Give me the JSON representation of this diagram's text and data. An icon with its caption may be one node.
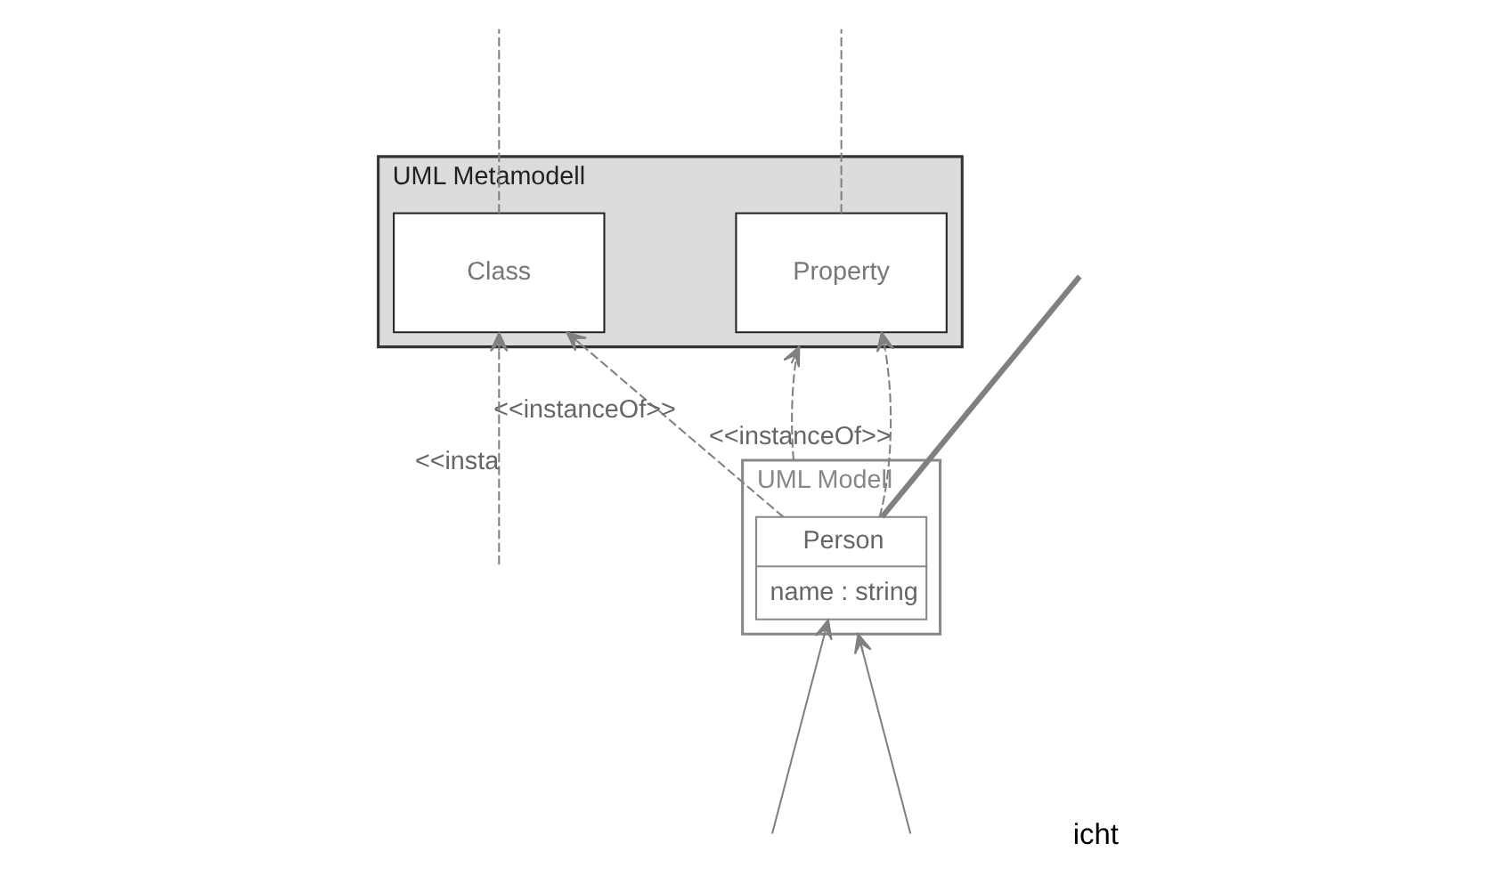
{
  "diagram": {
    "nodes": [
      {
        "text": [
          "UML Metamodell"
        ]
      },
      {
        "text": [
          "Property"
        ],
        "in": 0
      },
      {
        "text": [
          "Class"
        ],
        "in": 0
      },
      {
        "text": [
          "UML Modell"
        ]
      },
      {
        "text": [
          "Person",
          "name : string"
        ],
        "in": 3
      }
    ],
    "edges": [
      {
        "from": 3,
        "to": 0,
        "arrow": "to",
        "style": "dashed"
      },
      {
        "from": 4,
        "to": 1,
        "arrow": "to",
        "style": "dashed",
        "label": "<<instanceOf>>"
      },
      {
        "from": 4,
        "to": 2,
        "arrow": "to",
        "style": "dashed",
        "label": "<<instanceOf>>"
      },
      {
        "from": null,
        "to": 2,
        "arrow": "to",
        "style": "dashed",
        "label": "<<insta"
      },
      {
        "from": 1,
        "to": null,
        "arrow": "none",
        "style": "dashed"
      },
      {
        "from": 2,
        "to": null,
        "arrow": "none",
        "style": "dashed"
      },
      {
        "from": 4,
        "to": null,
        "arrow": "none",
        "style": "thick"
      },
      {
        "from": null,
        "to": 4,
        "arrow": "to"
      },
      {
        "from": null,
        "to": 3,
        "arrow": "to"
      }
    ],
    "labels": [
      "icht"
    ]
  }
}
